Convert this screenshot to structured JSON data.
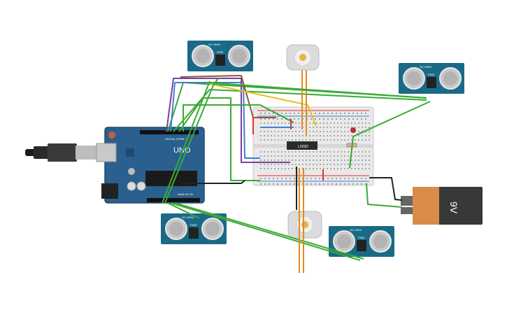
{
  "colors": {
    "arduino": "#2a5f8e",
    "arduino_dark": "#1f4a70",
    "sensor": "#1a6a87",
    "sensor_eye": "#c8c8c8",
    "breadboard": "#e9e9e9",
    "battery_orange": "#d98b4a",
    "battery_dark": "#383838",
    "wire_green": "#3aaa35",
    "wire_orange": "#e58a1f",
    "wire_blue": "#3f7fd0",
    "wire_purple": "#7b3fa0",
    "wire_yellow": "#e8c21a",
    "wire_black": "#222222",
    "wire_red": "#d33",
    "wire_brown": "#8a5a3a",
    "motor_body": "#dcdcdc",
    "motor_gear": "#e2b640"
  },
  "arduino": {
    "board_label": "UNO",
    "digital_label": "DIGITAL (PWM~)",
    "analog_label": "ANALOG IN"
  },
  "sensors": [
    {
      "name": "sensor-top",
      "label": "HC-SR04",
      "pins": "PINS"
    },
    {
      "name": "sensor-right",
      "label": "HC-SR04",
      "pins": "PINS"
    },
    {
      "name": "sensor-bottom-left",
      "label": "HC-SR04",
      "pins": "PINS"
    },
    {
      "name": "sensor-bottom-right",
      "label": "HC-SR04",
      "pins": "PINS"
    }
  ],
  "driver_ic": {
    "label": "L293D"
  },
  "battery": {
    "label": "9V"
  },
  "motors": [
    {
      "name": "motor-top"
    },
    {
      "name": "motor-bottom"
    }
  ]
}
